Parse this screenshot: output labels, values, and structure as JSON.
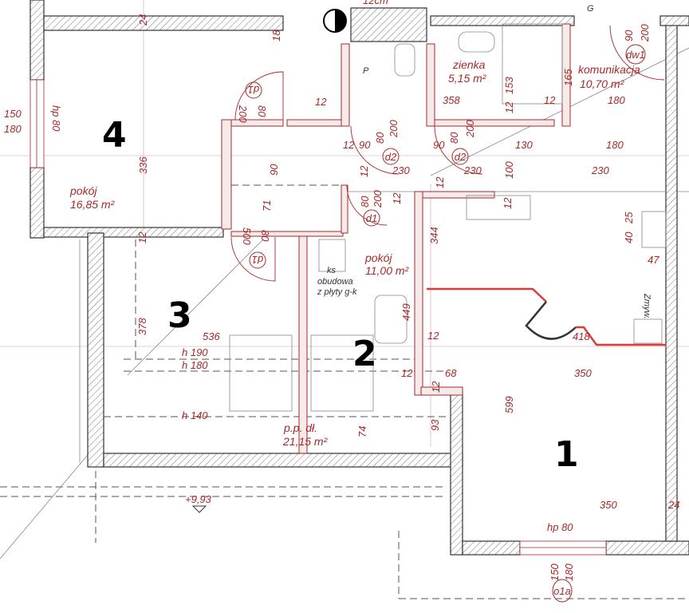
{
  "rooms": {
    "room4": {
      "number": "4",
      "name": "pokój",
      "area": "16,85 m²"
    },
    "room3": {
      "number": "3"
    },
    "room2": {
      "number": "2",
      "name": "pokój",
      "area": "11,00 m²"
    },
    "room1": {
      "number": "1"
    },
    "bathroom": {
      "name": "zienka",
      "area": "5,15 m²"
    },
    "hall": {
      "name": "komunikacja",
      "area": "10,70 m²"
    },
    "attic": {
      "name": "p.p. dł.",
      "area": "21,15 m²"
    }
  },
  "notes": {
    "casing_1": "obudowa",
    "casing_2": "z płyty g-k",
    "ks": "ks",
    "dishwasher": "Zmyw.",
    "elevation": "+9,93",
    "h190": "h 190",
    "h180": "h 180",
    "h140": "h 140",
    "top_cut": "12cm",
    "gas": "G",
    "p": "P"
  },
  "tags": {
    "d1_a": "d1",
    "d1_b": "d1",
    "d1_c": "d1",
    "d2_a": "d2",
    "d2_b": "d2",
    "dw1": "dw1",
    "o1a": "o1a"
  },
  "dimensions": {
    "r4_24": "24",
    "r4_18": "18",
    "r4_336": "336",
    "r4_hp80": "hp 80",
    "r4_150": "150",
    "r4_180": "180",
    "d1a_200": "200",
    "d1a_80": "80",
    "c_90": "90",
    "c_71": "71",
    "c_12a": "12",
    "c_12b": "12",
    "c_90b": "90",
    "c_80a": "80",
    "c_200a": "200",
    "c_12c": "12",
    "c_230a": "230",
    "c_80b": "80",
    "c_200b": "200",
    "c_12d": "12",
    "c_90c": "90",
    "c_80c": "80",
    "c_200c": "200",
    "c_230b": "230",
    "c_130": "130",
    "c_100": "100",
    "c_180a": "180",
    "c_230c": "230",
    "c_12e": "12",
    "b_358": "358",
    "b_153": "153",
    "b_12a": "12",
    "b_12b": "12",
    "b_165": "165",
    "h_180": "180",
    "h_90": "90",
    "h_200": "200",
    "r3_500": "500",
    "r3_80": "80",
    "r3_12": "12",
    "r3_378": "378",
    "r3_536": "536",
    "r2_344": "344",
    "r2_449": "449",
    "r2_12a": "12",
    "r2_12b": "12",
    "r2_68": "68",
    "r2_12c": "12",
    "r2_93": "93",
    "r2_74": "74",
    "k_12": "12",
    "k_25": "25",
    "k_40": "40",
    "k_47": "47",
    "k_418": "418",
    "r1_350a": "350",
    "r1_599": "599",
    "r1_350b": "350",
    "r1_24": "24",
    "r1_hp80": "hp 80",
    "r1_150": "150",
    "r1_180": "180"
  },
  "colors": {
    "annotation": "#a8282a",
    "wall_outline": "#333333",
    "cut_line": "#e23a3a"
  }
}
